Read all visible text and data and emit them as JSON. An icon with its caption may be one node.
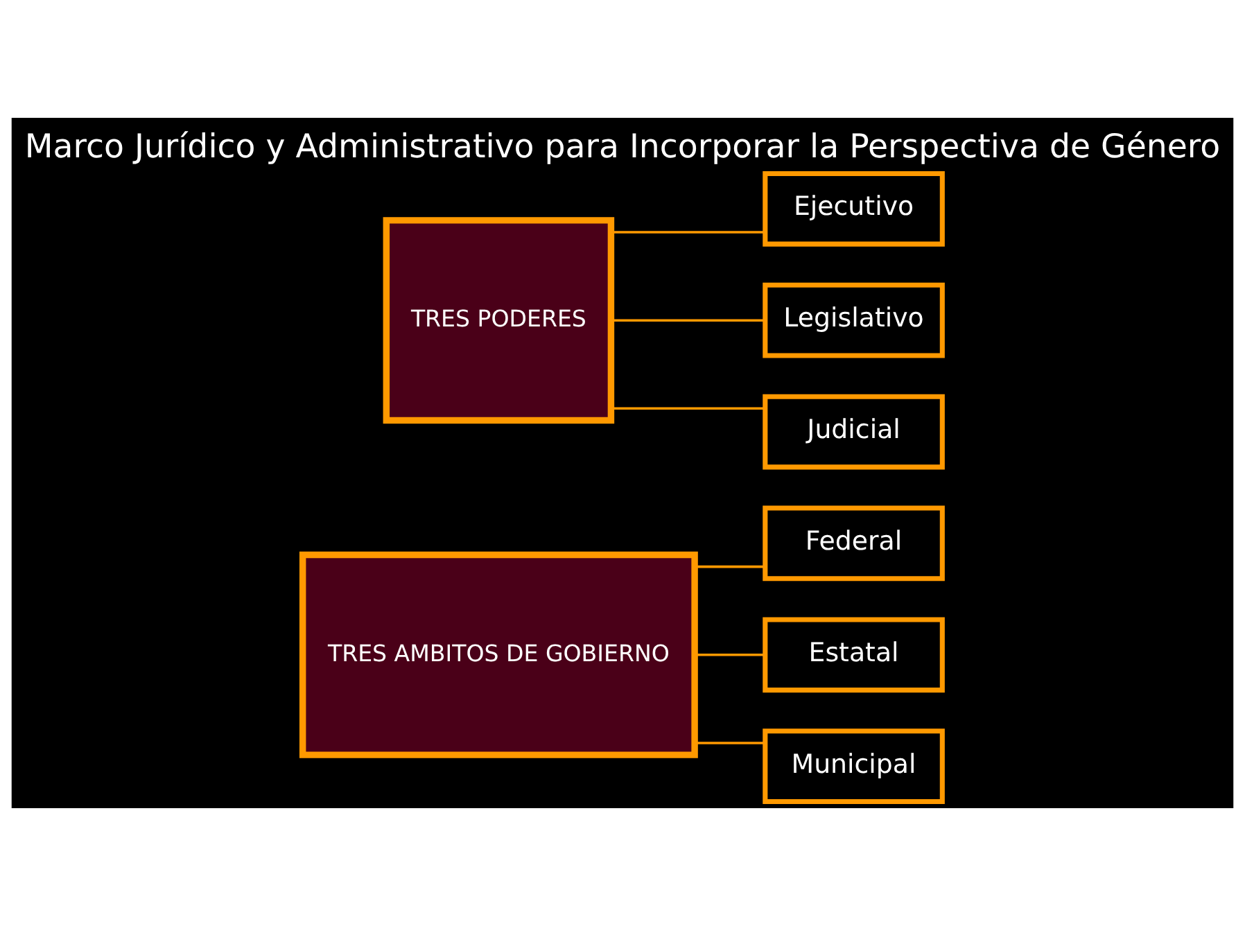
{
  "diagram": {
    "title": "Marco Jurídico y Administrativo para Incorporar la Perspectiva de Género",
    "nodes": [
      {
        "text": [
          "TRES AMBITOS DE GOBIERNO"
        ]
      },
      {
        "text": [
          "Federal"
        ]
      },
      {
        "text": [
          "Estatal"
        ]
      },
      {
        "text": [
          "Municipal"
        ]
      },
      {
        "text": [
          "TRES PODERES"
        ]
      },
      {
        "text": [
          "Ejecutivo"
        ]
      },
      {
        "text": [
          "Legislativo"
        ]
      },
      {
        "text": [
          "Judicial"
        ]
      }
    ],
    "edges": [
      {
        "from": 0,
        "to": 1,
        "arrow": "none"
      },
      {
        "from": 0,
        "to": 2,
        "arrow": "none"
      },
      {
        "from": 0,
        "to": 3,
        "arrow": "none"
      },
      {
        "from": 4,
        "to": 5,
        "arrow": "none"
      },
      {
        "from": 4,
        "to": 6,
        "arrow": "none"
      },
      {
        "from": 4,
        "to": 7,
        "arrow": "none"
      }
    ]
  }
}
